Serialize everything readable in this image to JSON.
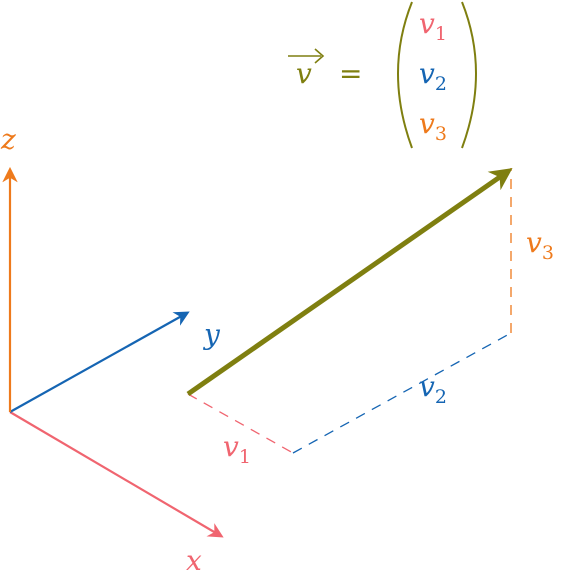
{
  "colors": {
    "x_axis": "#f06570",
    "y_axis": "#1565b3",
    "z_axis": "#ee7a1c",
    "vector": "#7f7f10",
    "v1": "#f06570",
    "v2": "#1565b3",
    "v3": "#ee7a1c"
  },
  "axes": {
    "x_label": "x",
    "y_label": "y",
    "z_label": "z"
  },
  "vector": {
    "name": "v",
    "equals": "="
  },
  "components": {
    "v1": {
      "base": "v",
      "sub": "1"
    },
    "v2": {
      "base": "v",
      "sub": "2"
    },
    "v3": {
      "base": "v",
      "sub": "3"
    }
  },
  "matrix": [
    {
      "base": "v",
      "sub": "1"
    },
    {
      "base": "v",
      "sub": "2"
    },
    {
      "base": "v",
      "sub": "3"
    }
  ]
}
